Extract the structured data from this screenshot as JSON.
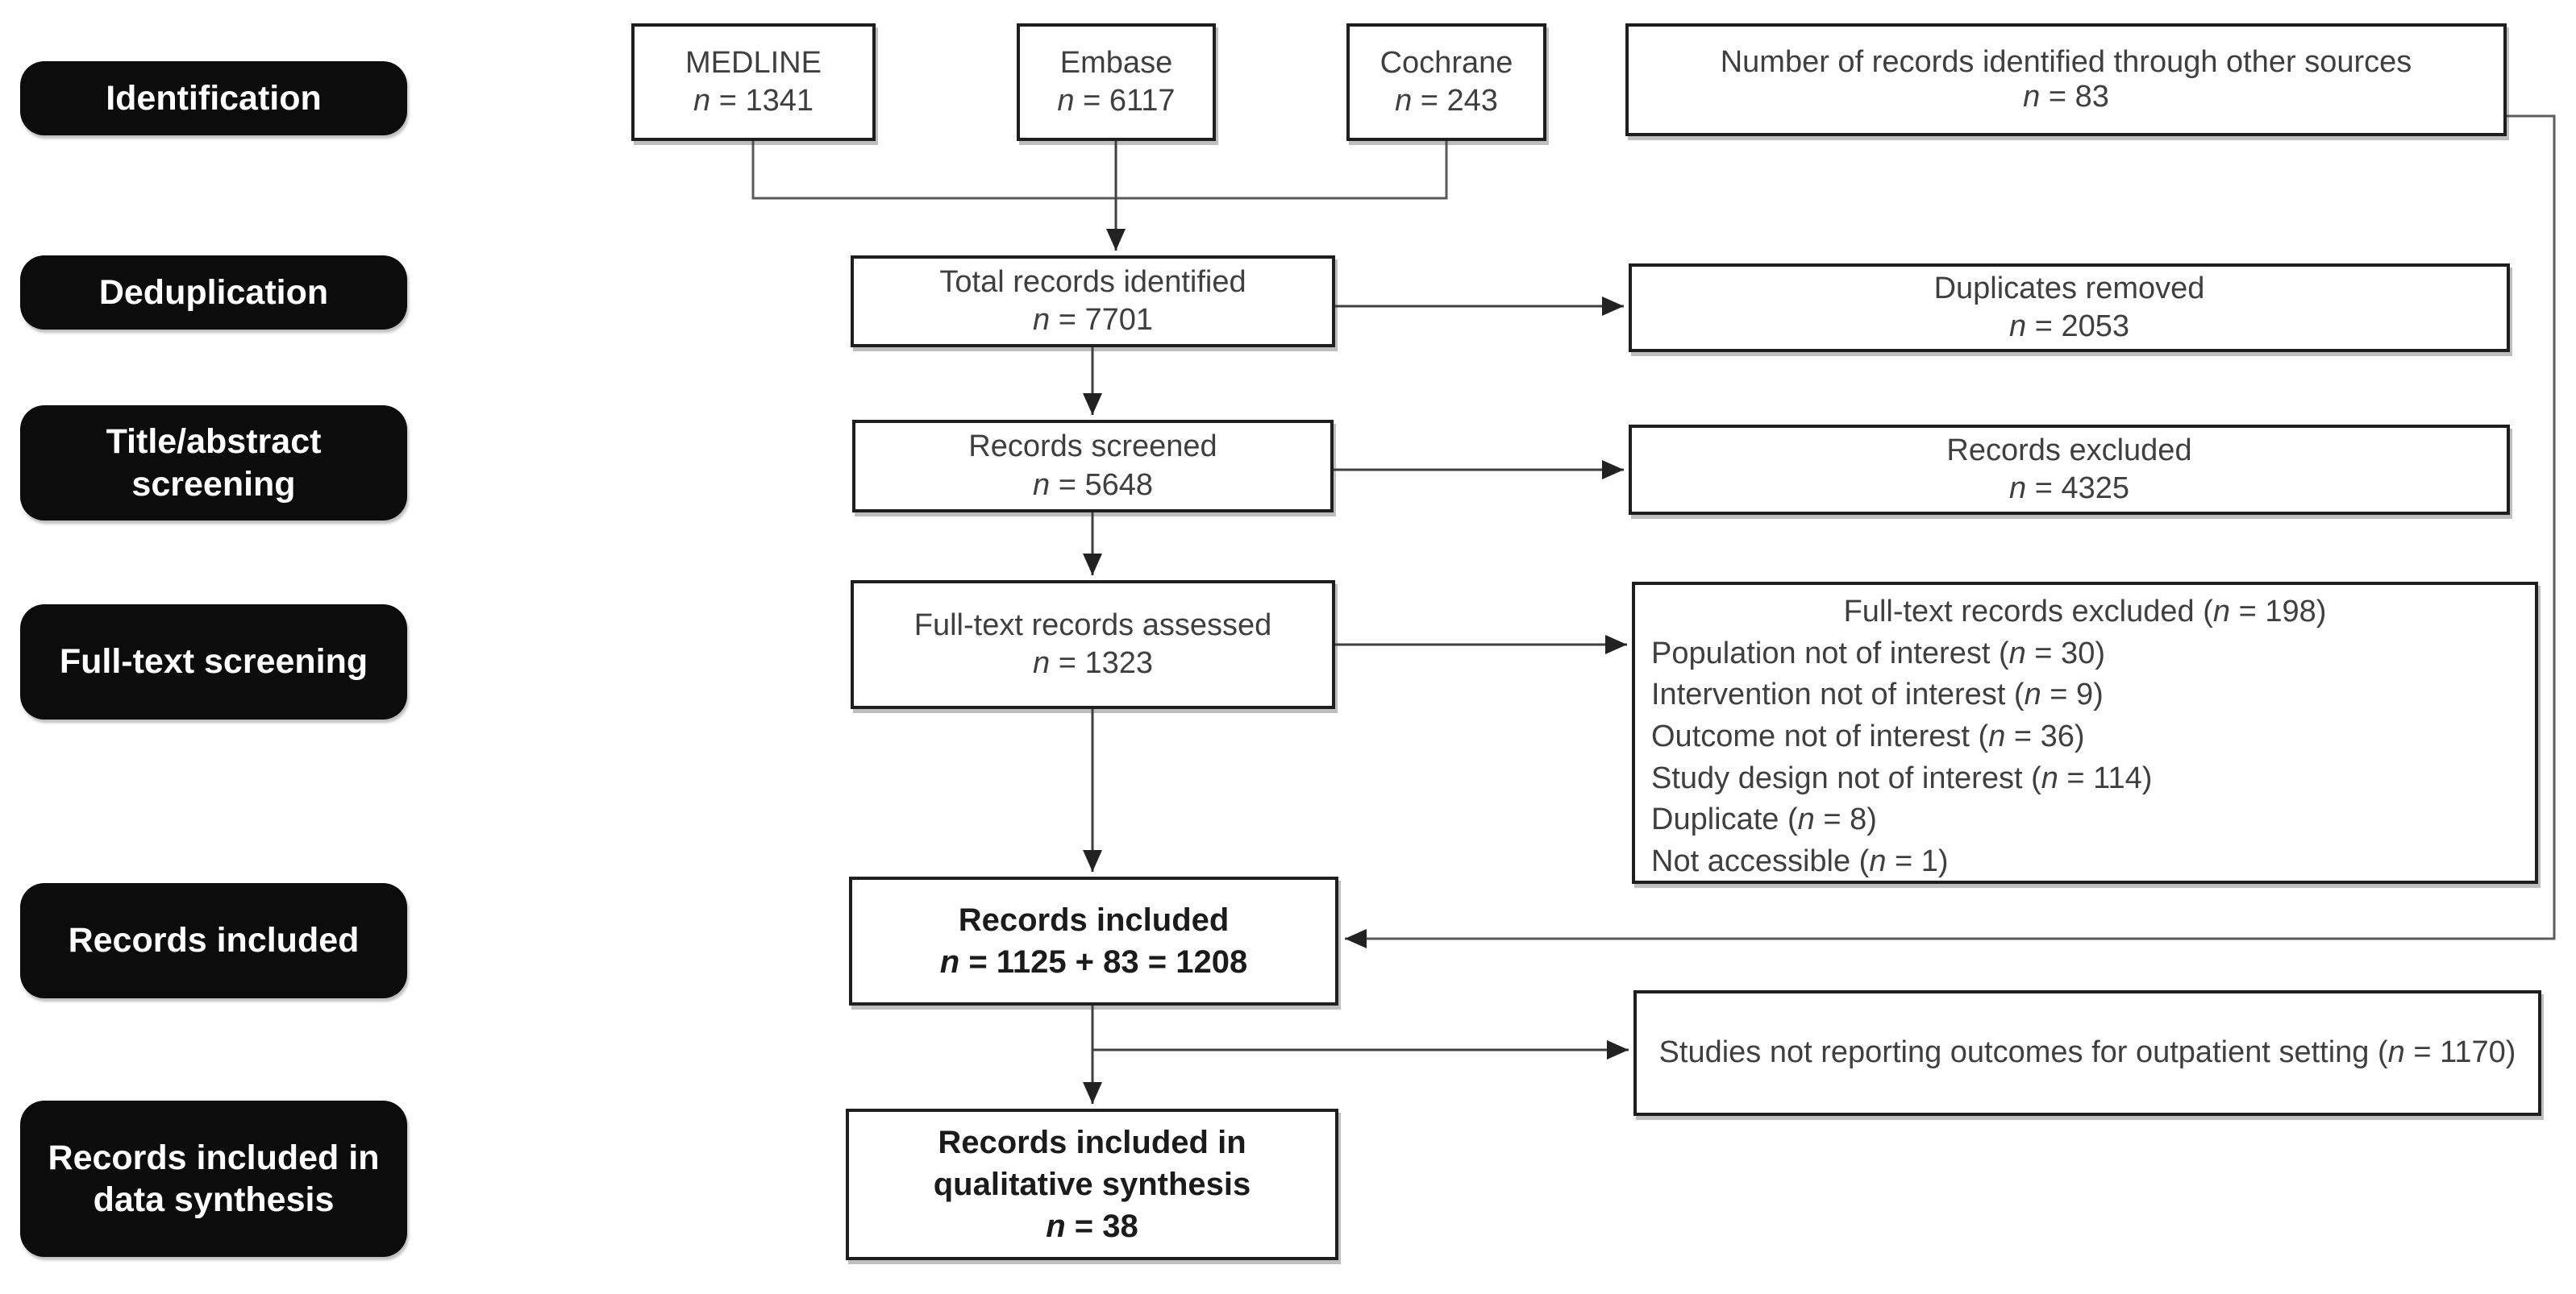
{
  "stage_labels": [
    {
      "label": "Identification"
    },
    {
      "label": "Deduplication"
    },
    {
      "label": "Title/abstract screening"
    },
    {
      "label": "Full-text screening"
    },
    {
      "label": "Records included"
    },
    {
      "label": "Records included in data synthesis"
    }
  ],
  "boxes": {
    "medline": {
      "title": "MEDLINE",
      "n": "n = 1341"
    },
    "embase": {
      "title": "Embase",
      "n": "n = 6117"
    },
    "cochrane": {
      "title": "Cochrane",
      "n": "n = 243"
    },
    "other_sources": {
      "title": "Number of records identified through other sources",
      "n": "n = 83"
    },
    "total_identified": {
      "title": "Total records identified",
      "n": "n = 7701"
    },
    "duplicates_removed": {
      "title": "Duplicates removed",
      "n": "n = 2053"
    },
    "records_screened": {
      "title": "Records screened",
      "n": "n = 5648"
    },
    "records_excluded": {
      "title": "Records excluded",
      "n": "n = 4325"
    },
    "fulltext_assessed": {
      "title": "Full-text records assessed",
      "n": "n = 1323"
    },
    "fulltext_excluded": {
      "title": "Full-text records excluded (n = 198)",
      "reasons": [
        "Population not of interest (n = 30)",
        "Intervention not of interest (n = 9)",
        "Outcome not of interest (n = 36)",
        "Study design not of interest (n = 114)",
        "Duplicate (n = 8)",
        "Not accessible (n = 1)"
      ]
    },
    "records_included": {
      "title": "Records included",
      "n": "n = 1125 + 83 = 1208"
    },
    "studies_not_reporting": {
      "title": "Studies not reporting outcomes for outpatient setting (n = 1170)"
    },
    "qualitative_synthesis": {
      "title": "Records included in qualitative synthesis",
      "n": "n = 38"
    }
  },
  "colors": {
    "stage_bg": "#0c0c0c",
    "stage_text": "#ffffff",
    "box_border": "#1e1e1e",
    "box_text": "#3f3f3f",
    "connector": "#3f3f3f"
  }
}
